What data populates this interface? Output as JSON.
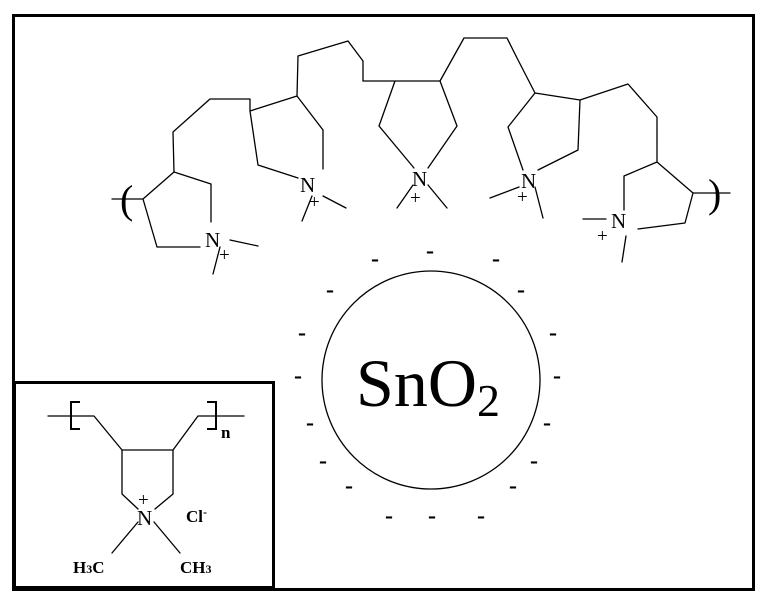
{
  "particle": {
    "label_main": "SnO",
    "label_sub": "2",
    "surface_charge": "-"
  },
  "polymer": {
    "units": [
      {
        "atom": "N",
        "charge": "+"
      },
      {
        "atom": "N",
        "charge": "+"
      },
      {
        "atom": "N",
        "charge": "+"
      },
      {
        "atom": "N",
        "charge": "+"
      },
      {
        "atom": "N",
        "charge": "+"
      }
    ],
    "open_paren": "(",
    "close_paren": ")"
  },
  "inset": {
    "atom": "N",
    "charge": "+",
    "counterion": "Cl",
    "counterion_charge": "-",
    "repeat_index": "n",
    "left_group_main": "H",
    "left_group_sub": "3",
    "left_group_tail": "C",
    "right_group_main": "CH",
    "right_group_sub": "3"
  },
  "colors": {
    "line": "#000000",
    "background": "#ffffff"
  }
}
